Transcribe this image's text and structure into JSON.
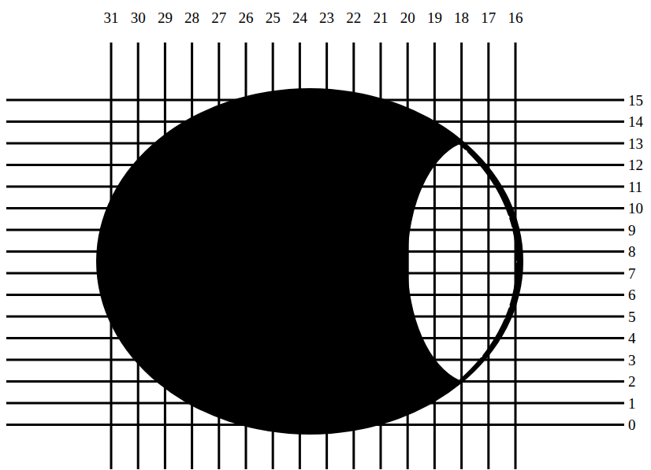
{
  "diagram": {
    "labels": [
      "31",
      "30",
      "29",
      "28",
      "27",
      "26",
      "25",
      "24",
      "23",
      "22",
      "21",
      "20",
      "19",
      "18",
      "17",
      "16",
      "15",
      "14",
      "13",
      "12",
      "11",
      "10",
      "9",
      "8",
      "7",
      "6",
      "5",
      "4",
      "3",
      "2",
      "1",
      "0"
    ]
  }
}
